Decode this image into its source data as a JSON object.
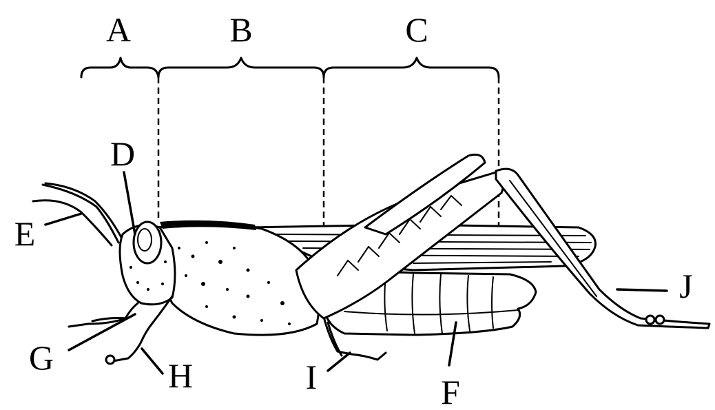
{
  "figure": {
    "region_labels": {
      "head": "A",
      "thorax": "B",
      "abdomen": "C"
    },
    "part_labels": {
      "eye": "D",
      "antenna": "E",
      "abdomen_segments": "F",
      "mouthparts": "G",
      "foreleg": "H",
      "midleg": "I",
      "hindleg": "J"
    }
  }
}
